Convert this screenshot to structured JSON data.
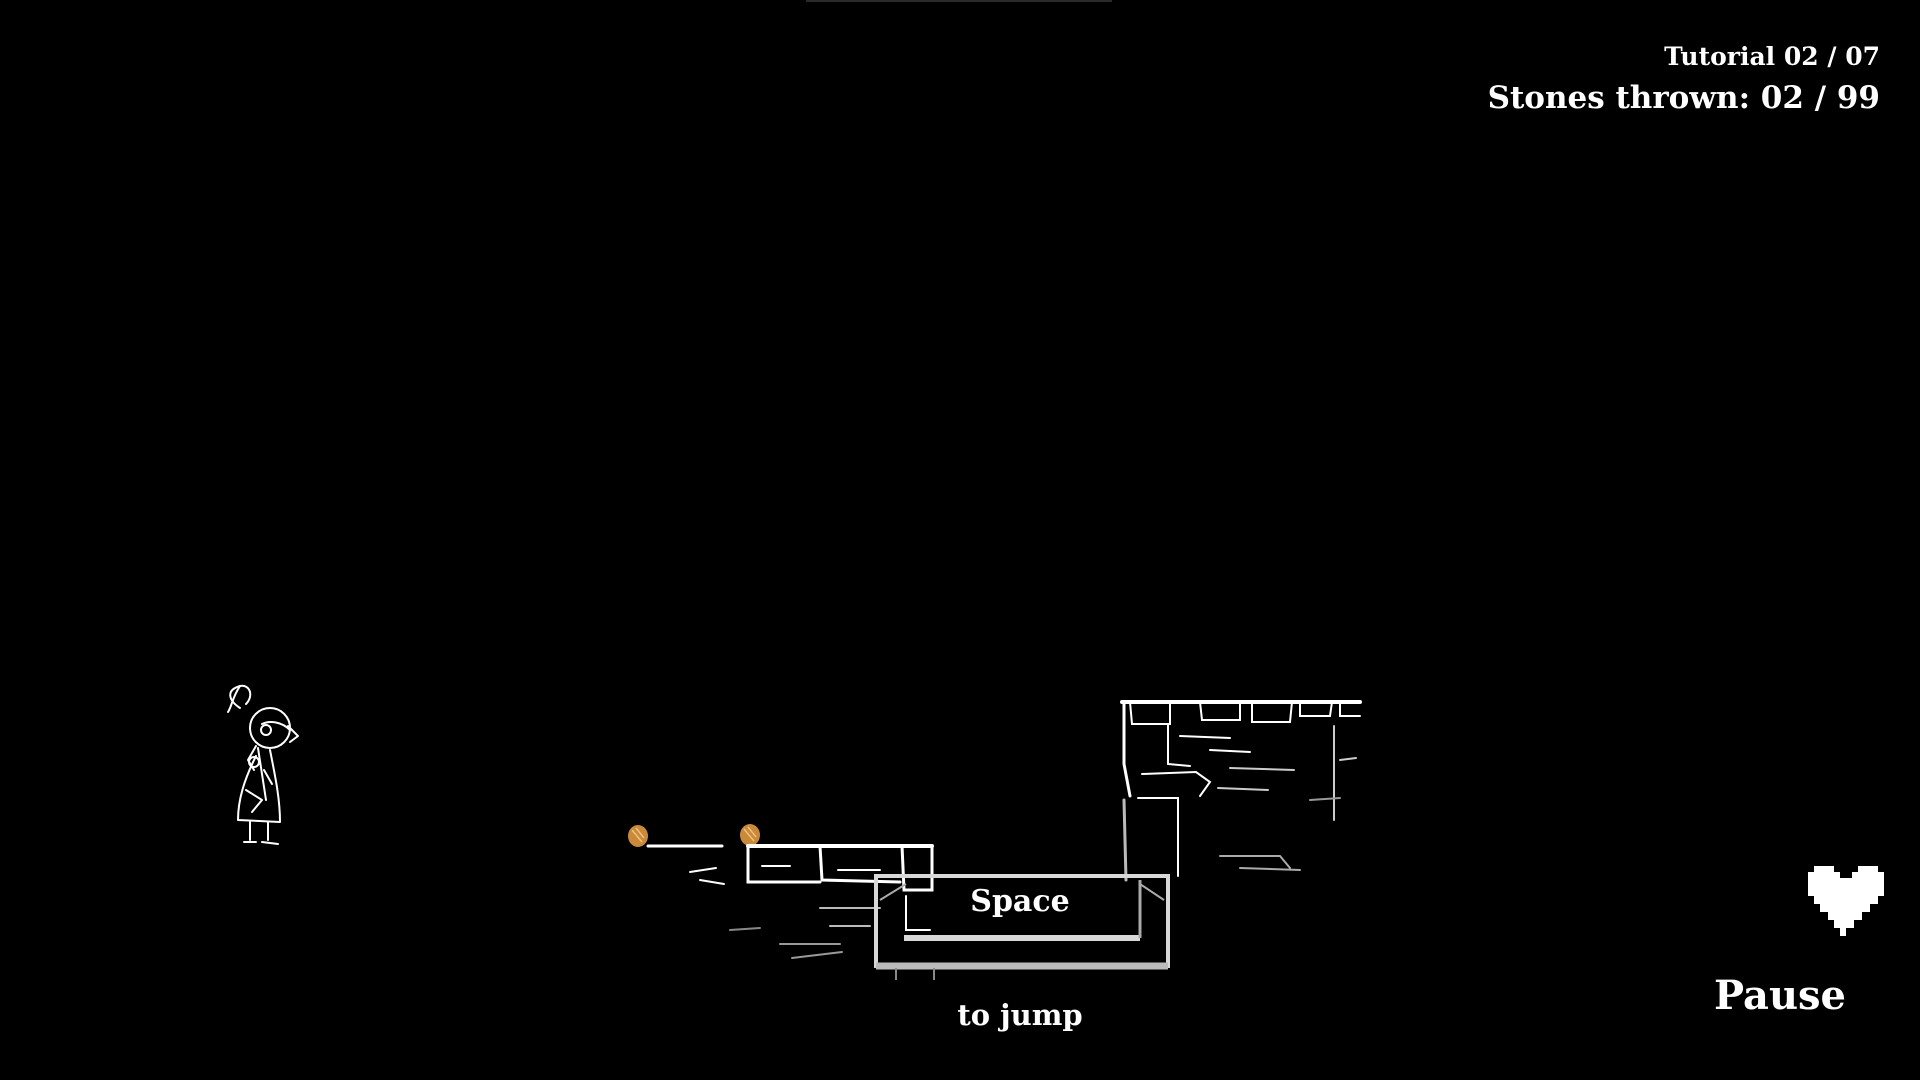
{
  "hud": {
    "tutorial_label": "Tutorial 02 / 07",
    "stones_label": "Stones thrown: 02 / 99"
  },
  "hint": {
    "key_label": "Space",
    "action_label": "to jump"
  },
  "controls": {
    "pause_label": "Pause"
  },
  "player": {
    "lives": 1
  },
  "icons": {
    "heart": "heart-icon",
    "stone": "stone-icon"
  },
  "colors": {
    "background": "#000000",
    "foreground": "#ffffff",
    "stone": "#c98a3a"
  }
}
